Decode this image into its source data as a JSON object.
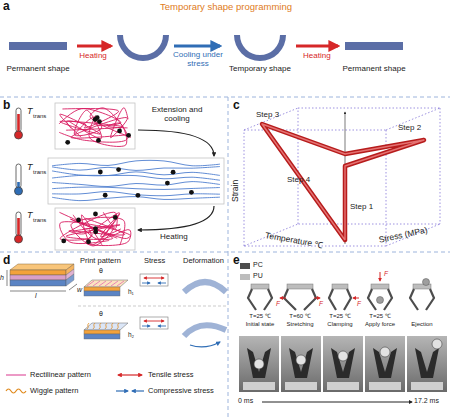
{
  "diagram": {
    "nodes": [
      {
        "text": [
          "Permanent shape"
        ]
      },
      {
        "text": [
          "Temporary shape"
        ]
      },
      {
        "text": [
          "Permanent shape"
        ]
      }
    ],
    "edges": [
      {
        "from": 1,
        "to": 2,
        "arrow": "to",
        "label": "Heating"
      }
    ],
    "labels": [
      "a",
      "Temporary shape programming",
      "Heating",
      "Cooling under stress",
      "b",
      "T",
      "trans",
      "T",
      "trans",
      "T",
      "trans",
      "Extension and cooling",
      "Heating",
      "c",
      "Step 3",
      "Step 2",
      "Step 4",
      "Step 1",
      "Strain",
      "Temperature ℃",
      "Stress (MPa)",
      "d",
      "h",
      "l",
      "w",
      "Print pattern",
      "Stress",
      "Deformation",
      "θ",
      "h₁",
      "θ",
      "h₂",
      "e",
      "T=25 ℃",
      "Initial state",
      "T=60 ℃",
      "Stretching",
      "T=25 ℃",
      "Clamping",
      "T=25 ℃",
      "Apply force",
      "Ejection",
      "F",
      "F",
      "F",
      "F",
      "0 ms",
      "17.2 ms"
    ],
    "legend": [
      {
        "text": "Rectilinear pattern"
      },
      {
        "text": "Tensile stress"
      },
      {
        "text": "Wiggle pattern"
      },
      {
        "text": "Compressive stress"
      },
      {
        "text": "PC",
        "color": "#4d4d4d"
      },
      {
        "text": "PU",
        "color": "#bdbdbd"
      }
    ]
  }
}
